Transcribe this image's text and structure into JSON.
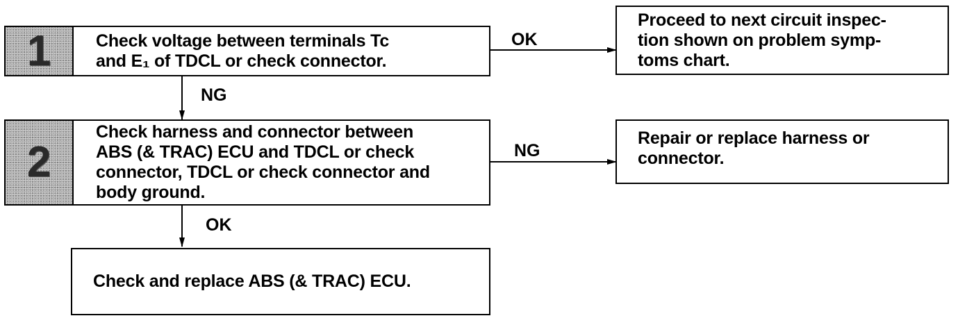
{
  "step1": {
    "number": "1",
    "lines": [
      "Check voltage between terminals Tc",
      "and E₁ of TDCL or check connector."
    ]
  },
  "step2": {
    "number": "2",
    "lines": [
      "Check harness and connector between",
      "ABS (& TRAC) ECU and TDCL or check",
      "connector, TDCL or check connector and",
      "body ground."
    ]
  },
  "result1": {
    "lines": [
      "Proceed to next circuit inspec-",
      "tion shown on problem symp-",
      "toms chart."
    ]
  },
  "result2": {
    "lines": [
      "Repair or replace harness or",
      "connector."
    ]
  },
  "final": {
    "text": "Check and replace ABS (& TRAC) ECU."
  },
  "labels": {
    "step1_ok": "OK",
    "step1_ng": "NG",
    "step2_ng": "NG",
    "step2_ok": "OK"
  }
}
